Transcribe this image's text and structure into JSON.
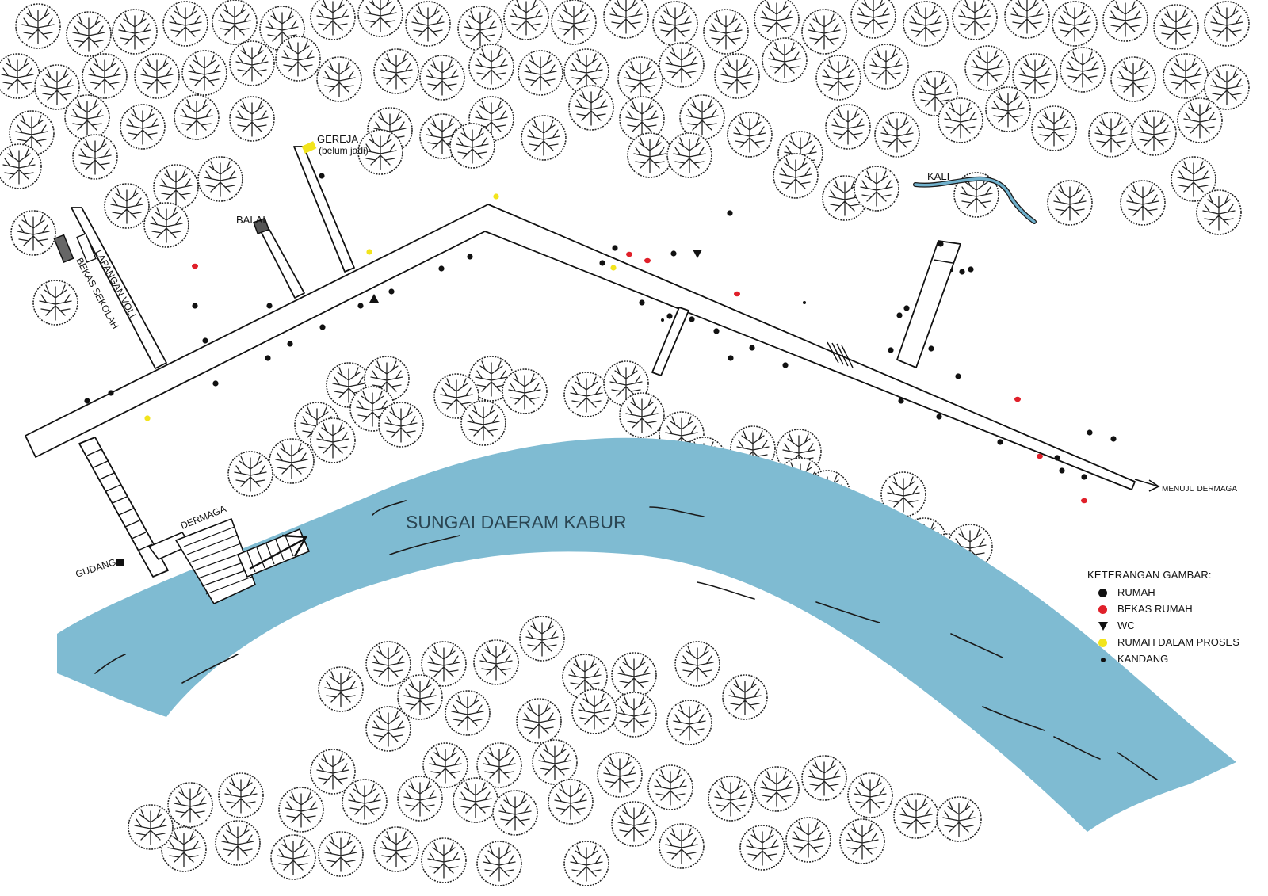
{
  "map": {
    "river_name": "SUNGAI DAERAM KABUR",
    "labels": {
      "gereja": "GEREJA",
      "gereja_note": "(belum jadi)",
      "balai": "BALAI",
      "kali": "KALI",
      "lapangan_voli": "LAPANGAN VOLI",
      "bekas_sekolah": "BEKAS SEKOLAH",
      "dermaga": "DERMAGA",
      "gudang": "GUDANG",
      "menuju_dermaga": "MENUJU DERMAGA"
    }
  },
  "legend": {
    "title": "KETERANGAN GAMBAR:",
    "items": [
      {
        "symbol": "dot",
        "color": "#111111",
        "label": "RUMAH"
      },
      {
        "symbol": "dot",
        "color": "#e0202a",
        "label": "BEKAS RUMAH"
      },
      {
        "symbol": "triangle",
        "color": "#111111",
        "label": "WC"
      },
      {
        "symbol": "dot",
        "color": "#f2e41c",
        "label": "RUMAH DALAM PROSES"
      },
      {
        "symbol": "small-dot",
        "color": "#111111",
        "label": "KANDANG"
      }
    ]
  },
  "colors": {
    "river": "#7fbbd2",
    "rumah": "#111111",
    "bekas_rumah": "#e0202a",
    "rumah_dalam_proses": "#f2e41c",
    "kali": "#6fb0cc"
  }
}
